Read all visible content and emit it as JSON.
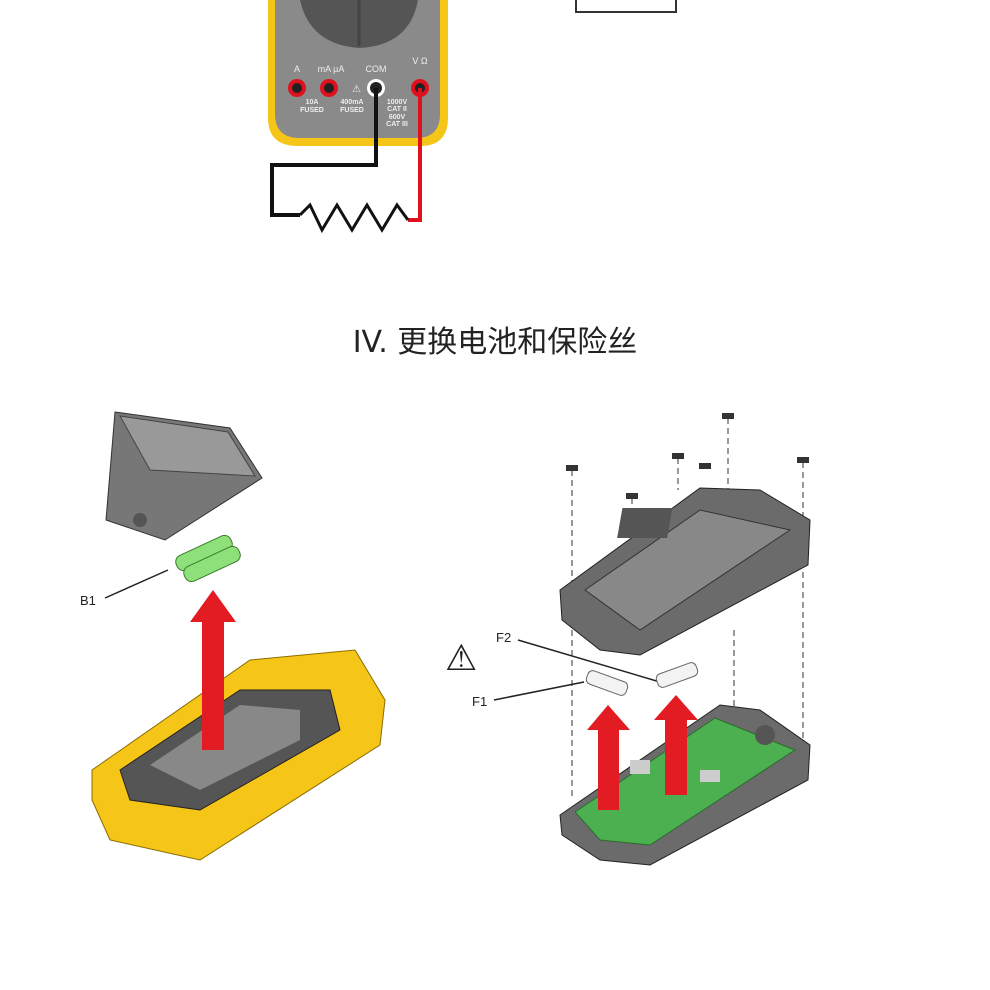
{
  "section_title": "IV. 更换电池和保险丝",
  "meter": {
    "jacks": [
      "A",
      "mA µA",
      "COM",
      "V Ω"
    ],
    "fuse_10a": [
      "10A",
      "FUSED"
    ],
    "fuse_400ma": [
      "400mA",
      "FUSED"
    ],
    "rating_1": [
      "1000V",
      "CAT II"
    ],
    "rating_2": [
      "600V",
      "CAT III"
    ]
  },
  "labels": {
    "battery": "B1",
    "fuse1": "F1",
    "fuse2": "F2"
  },
  "colors": {
    "meter_yellow": "#f5c518",
    "meter_gray": "#8a8a8a",
    "probe_red": "#e0101e",
    "arrow_red": "#e31b23",
    "pcb_green": "#4caf50",
    "battery_green": "#8ee07a"
  }
}
